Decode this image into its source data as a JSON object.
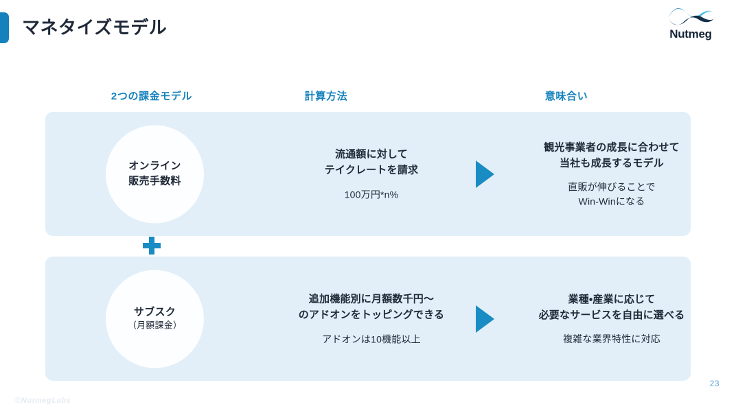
{
  "slide": {
    "title": "マネタイズモデル",
    "page_number": "23",
    "copyright": "©NutmegLabs",
    "accent_color": "#1581bd",
    "panel_background": "#e2eff8",
    "arrow_color": "#1a8cc4"
  },
  "logo": {
    "wordmark": "Nutmeg",
    "mark_name": "nutmeg-wave-logo",
    "colors": [
      "#2aaae1",
      "#1b6ea8",
      "#14304a"
    ]
  },
  "columns": [
    {
      "label": "2つの課金モデル"
    },
    {
      "label": "計算方法"
    },
    {
      "label": "意味合い"
    }
  ],
  "rows": [
    {
      "model": {
        "main": "オンライン",
        "main2": "販売手数料",
        "sub": ""
      },
      "calculation": {
        "main": "流通額に対して",
        "main2": "テイクレートを請求",
        "note": "100万円*n%"
      },
      "meaning": {
        "main": "観光事業者の成長に合わせて",
        "main2": "当社も成長するモデル",
        "note": "直販が伸びることで",
        "note2": "Win-Winになる"
      }
    },
    {
      "model": {
        "main": "サブスク",
        "main2": "",
        "sub": "（月額課金）"
      },
      "calculation": {
        "main": "追加機能別に月額数千円〜",
        "main2": "のアドオンをトッピングできる",
        "note": "アドオンは10機能以上"
      },
      "meaning": {
        "main": "業種・産業に応じて",
        "main2": "必要なサービスを自由に選べる",
        "note": "複雑な業界特性に対応",
        "note2": ""
      }
    }
  ],
  "connector": {
    "symbol": "plus"
  }
}
